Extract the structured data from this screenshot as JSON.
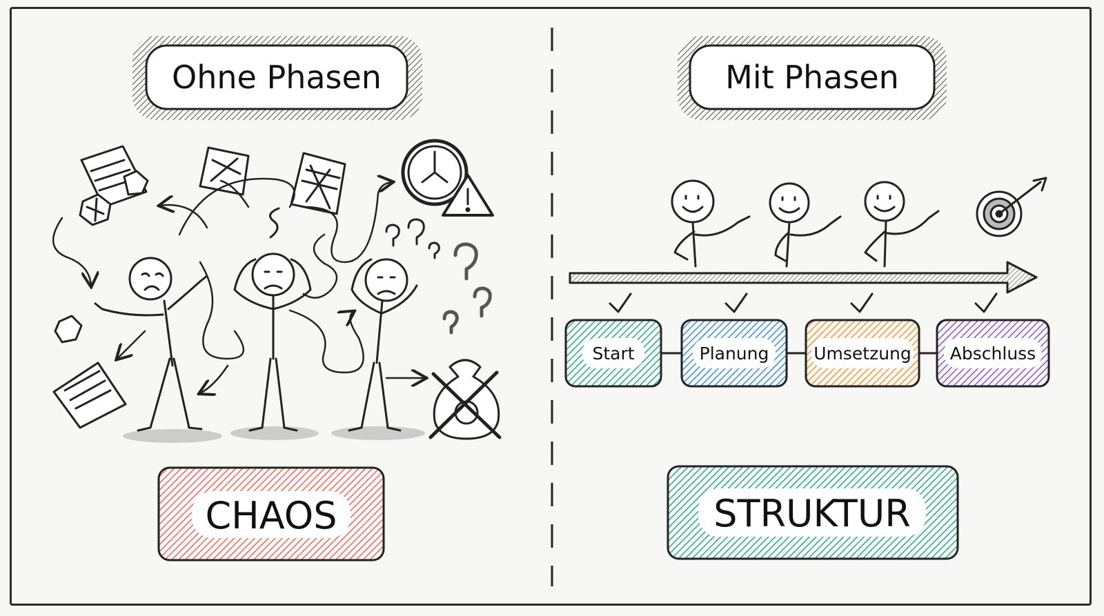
{
  "left": {
    "title": "Ohne Phasen",
    "result": "CHAOS",
    "result_color": "#e46a6a"
  },
  "right": {
    "title": "Mit Phasen",
    "result": "STRUKTUR",
    "result_color": "#2aa88a",
    "phases": [
      {
        "label": "Start",
        "color": "#2aa88a"
      },
      {
        "label": "Planung",
        "color": "#3e8fd6"
      },
      {
        "label": "Umsetzung",
        "color": "#f09a33"
      },
      {
        "label": "Abschluss",
        "color": "#8a58cc"
      }
    ]
  },
  "icons": [
    "crumpled-paper-icon",
    "document-icon",
    "clock-icon",
    "warning-icon",
    "question-mark-icon",
    "money-bag-icon",
    "target-icon",
    "checkmark-icon",
    "arrow-icon",
    "stick-figure-icon"
  ]
}
